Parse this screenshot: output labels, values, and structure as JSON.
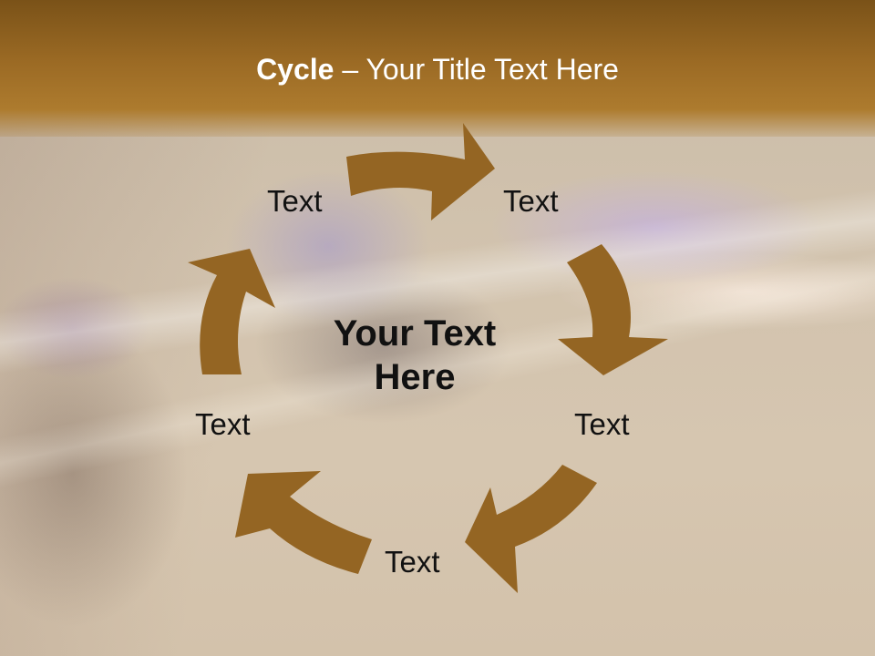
{
  "title": {
    "bold": "Cycle",
    "rest": " – Your Title Text Here"
  },
  "center_text": {
    "line1": "Your Text",
    "line2": "Here"
  },
  "nodes": [
    {
      "label": "Text"
    },
    {
      "label": "Text"
    },
    {
      "label": "Text"
    },
    {
      "label": "Text"
    },
    {
      "label": "Text"
    }
  ],
  "colors": {
    "arrow": "#946523",
    "title_band": "#9b6a24",
    "title_text": "#ffffff",
    "label_text": "#111111"
  }
}
